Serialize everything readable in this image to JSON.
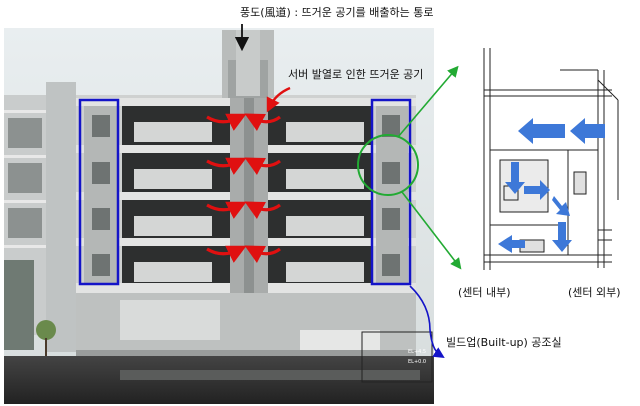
{
  "labels": {
    "shaft": "풍도(風道) : 뜨거운 공기를 배출하는 통로",
    "server_heat": "서버 발열로 인한 뜨거운 공기",
    "center_inside": "(센터 내부)",
    "center_outside": "(센터 외부)",
    "builtup_room": "빌드업(Built-up) 공조실",
    "level_1": "EL+4.5",
    "level_2": "EL+0.0"
  },
  "colors": {
    "frame_blue": "#1414c8",
    "heat_red": "#e01010",
    "callout_green": "#22aa33",
    "airflow_blue": "#3d78d8"
  },
  "icons": {
    "heat_arrow": "curved-arrow-red",
    "airflow_arrow": "block-arrow-blue"
  }
}
